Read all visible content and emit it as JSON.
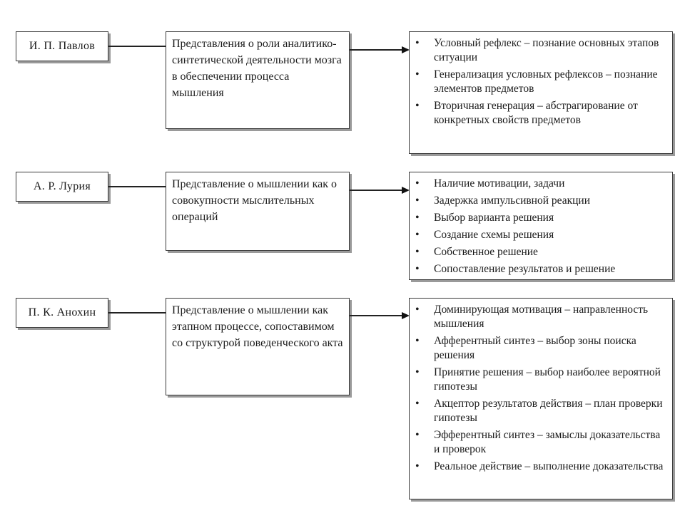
{
  "rows": [
    {
      "name": "И. П. Павлов",
      "description": "Представления о роли аналитико-синтетической деятельности мозга в обеспечении процесса мышления",
      "items": [
        "Условный рефлекс – познание основных этапов ситуации",
        "Генерализация условных рефлексов – познание элементов предметов",
        "Вторичная генерация – абстрагирование от конкретных свойств предметов"
      ]
    },
    {
      "name": "А. Р. Лурия",
      "description": "Представление о мышлении как о совокупности мыслительных операций",
      "items": [
        "Наличие мотивации, задачи",
        "Задержка импульсивной реакции",
        "Выбор варианта решения",
        "Создание схемы решения",
        "Собственное решение",
        "Сопоставление результатов и решение"
      ]
    },
    {
      "name": "П. К. Анохин",
      "description": "Представление о мышлении как этапном процессе, сопоставимом со структурой поведенческого акта",
      "items": [
        "Доминирующая мотивация – направленность мышления",
        "Афферентный синтез – выбор зоны поиска решения",
        "Принятие решения – выбор наиболее вероятной гипотезы",
        "Акцептор результатов действия – план проверки гипотезы",
        "Эфферентный синтез – замыслы доказательства и проверок",
        "Реальное действие – выполнение доказательства"
      ]
    }
  ]
}
